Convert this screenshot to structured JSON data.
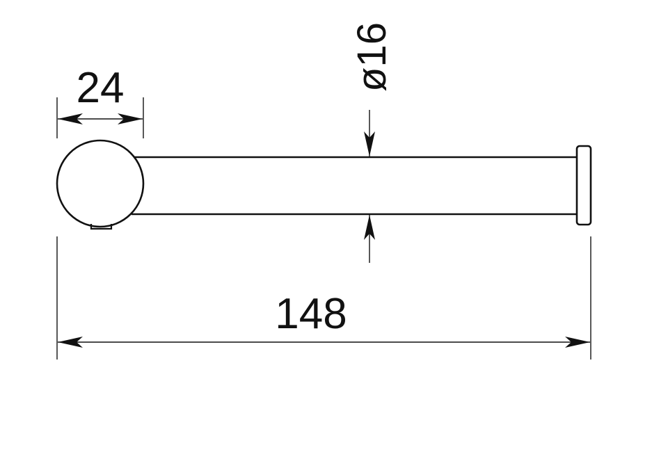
{
  "dimensions": {
    "mount_diameter": "24",
    "rod_diameter": "ø16",
    "overall_length": "148"
  },
  "colors": {
    "line": "#111111",
    "background": "#ffffff"
  }
}
